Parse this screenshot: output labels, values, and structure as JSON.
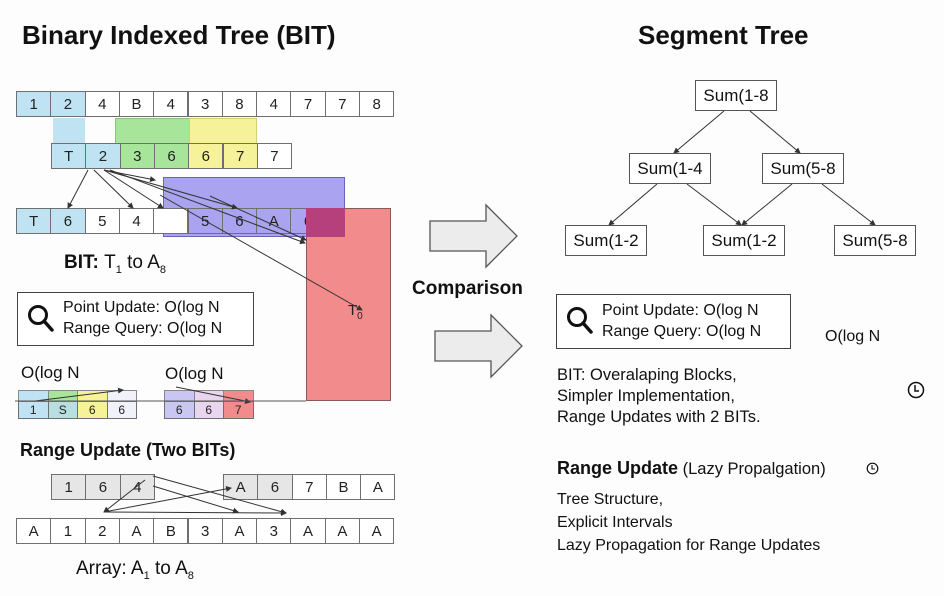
{
  "bit": {
    "title": "Binary Indexed Tree (BIT)",
    "row1": [
      "1",
      "2",
      "4",
      "B",
      "4",
      "3",
      "8",
      "4",
      "7",
      "7",
      "8"
    ],
    "row2": [
      "T",
      "2",
      "3",
      "6",
      "6",
      "7",
      "7"
    ],
    "row3": [
      "T",
      "6",
      "5",
      "4",
      "",
      "5",
      "6",
      "A",
      "6",
      ""
    ],
    "t_label": "T",
    "t_sub": "0",
    "label_prefix": "BIT: ",
    "label_t": "T",
    "label_t_sub": "1",
    "label_mid": " to ",
    "label_a": "A",
    "label_a_sub": "8",
    "complexity_box": {
      "icon": "search-icon",
      "point_update": "Point Update: O(log N",
      "range_query": "Range Query: O(log N"
    },
    "mini_left_label": "O(log N",
    "mini_left": [
      "1",
      "S",
      "6",
      "6"
    ],
    "mini_right_label": "O(log N",
    "mini_right": [
      "6",
      "6",
      "7"
    ],
    "range_update_title": "Range Update (Two BITs)",
    "ru_left": [
      "1",
      "6",
      "4"
    ],
    "ru_right": [
      "A",
      "6",
      "7",
      "B",
      "A"
    ],
    "array_row": [
      "A",
      "1",
      "2",
      "A",
      "B",
      "3",
      "A",
      "3",
      "A",
      "A",
      "A"
    ],
    "array_label_prefix": "Array: ",
    "array_label_a1": "A",
    "array_label_a1_sub": "1",
    "array_label_mid": " to ",
    "array_label_a8": "A",
    "array_label_a8_sub": "8",
    "colors": {
      "blue": "#bfe3f3",
      "green": "#a7e59a",
      "yellow": "#f6f29a",
      "purple": "#9d97ee",
      "red": "#f28b8b",
      "magenta": "#b5407c"
    }
  },
  "comparison": {
    "label": "Comparison",
    "arrow_icon": "right-arrow-icon"
  },
  "segment": {
    "title": "Segment Tree",
    "root": "Sum(1-8",
    "level1": [
      "Sum(1-4",
      "Sum(5-8"
    ],
    "level2": [
      "Sum(1-2",
      "Sum(1-2",
      "Sum(5-8"
    ],
    "complexity_box": {
      "icon": "search-icon",
      "point_update": "Point Update: O(log N",
      "range_query": "Range Query: O(log N"
    },
    "side_complexity": "O(log N",
    "bit_notes": [
      "BIT: Overalaping Blocks,",
      "Simpler Implementation,",
      "Range Updates with 2 BITs."
    ],
    "range_update_bold": "Range Update",
    "range_update_rest": " (Lazy Propalgation)",
    "tree_notes": [
      "Tree Structure,",
      "Explicit Intervals",
      "Lazy Propagation for Range Updates"
    ]
  }
}
